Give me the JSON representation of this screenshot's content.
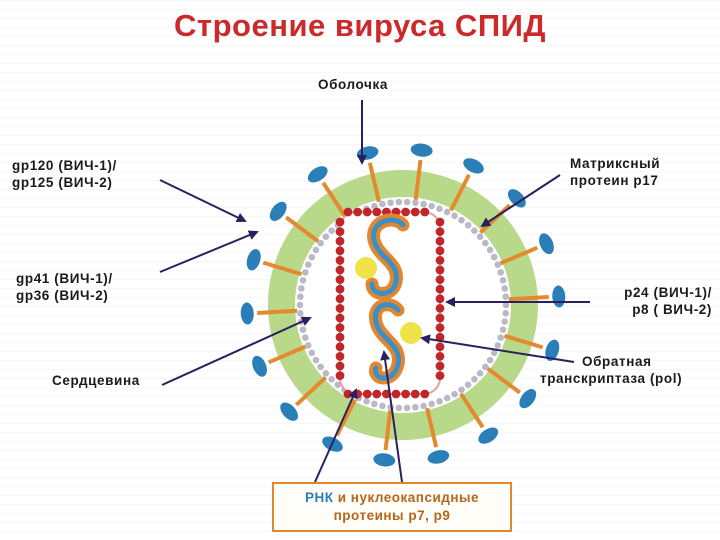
{
  "title": "Строение вируса СПИД",
  "labels": {
    "envelope": "Оболочка",
    "gp120_line1": "gp120 (ВИЧ-1)/",
    "gp120_line2": "gp125 (ВИЧ-2)",
    "gp41_line1": "gp41 (ВИЧ-1)/",
    "gp41_line2": "gp36 (ВИЧ-2)",
    "core": "Сердцевина",
    "matrix_line1": "Матриксный",
    "matrix_line2": "протеин p17",
    "p24_line1": "p24 (ВИЧ-1)/",
    "p24_line2": "p8 (  ВИЧ-2)",
    "rt_line1": "Обратная",
    "rt_line2": "транскриптаза (pol)",
    "rna": "РНК",
    "rna_rest": " и нуклеокапсидные",
    "rna_line2": "протеины p7, p9"
  },
  "colors": {
    "title": "#cc2a2a",
    "envelope_fill": "#b8d98a",
    "spike_head": "#2a7fb8",
    "spike_stalk": "#e38a2e",
    "matrix_beads": "#b9b9c8",
    "capsid_beads": "#c0262a",
    "rna_orange": "#e3872e",
    "rna_blue": "#3a8fc8",
    "reverse_transcriptase": "#f0e34a",
    "arrow": "#2a2060"
  }
}
